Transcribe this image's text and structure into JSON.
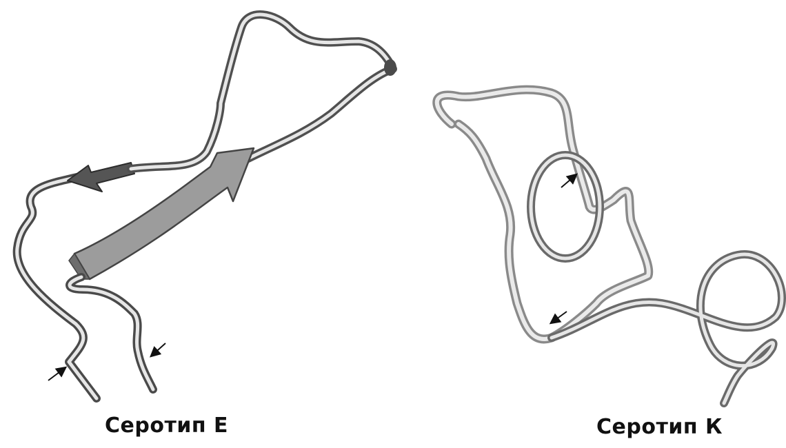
{
  "figure": {
    "panels": [
      {
        "id": "serotype-e",
        "label": "Серотип E"
      },
      {
        "id": "serotype-k",
        "label": "Серотип К"
      }
    ],
    "colors": {
      "tube_dark": "#4a4a4a",
      "tube_mid": "#8a8a8a",
      "tube_light": "#e6e6e6",
      "strand_fill": "#9c9c9c",
      "arrow": "#111111"
    }
  }
}
